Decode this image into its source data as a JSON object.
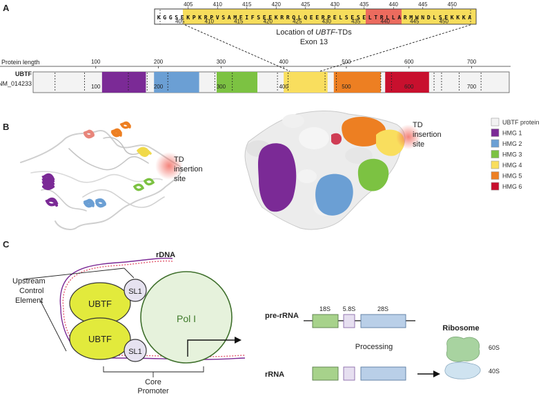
{
  "panels": {
    "a": "A",
    "b": "B",
    "c": "C"
  },
  "sequence": {
    "letters": "KGGSEKPKRPVSAMFIFSEEKRRQLQEERPELSESELTRLLARMWNDLSEKKKA",
    "top_ticks": [
      "405",
      "410",
      "415",
      "420",
      "425",
      "430",
      "435",
      "440",
      "445",
      "450"
    ],
    "bottom_ticks": [
      "405",
      "410",
      "415",
      "420",
      "425",
      "430",
      "435",
      "440",
      "445",
      "450"
    ],
    "highlight_yellow": "#f6dd5c",
    "highlight_red": "#ec6b5e",
    "caption_prefix": "Location of ",
    "caption_gene": "UBTF",
    "caption_suffix": "-TDs",
    "caption_line2": "Exon 13"
  },
  "protein_track": {
    "axis_label": "Protein length",
    "gene": "UBTF",
    "transcript": "NM_014233",
    "axis_ticks": [
      "100",
      "200",
      "300",
      "400",
      "500",
      "600",
      "700"
    ],
    "inner_ticks": [
      "100",
      "200",
      "300",
      "400",
      "500",
      "600",
      "700"
    ],
    "max_length": 760,
    "domains": [
      {
        "name": "HMG 1",
        "start": 110,
        "end": 180,
        "color": "#7b2a96"
      },
      {
        "name": "HMG 2",
        "start": 193,
        "end": 265,
        "color": "#6b9fd4"
      },
      {
        "name": "HMG 3",
        "start": 293,
        "end": 358,
        "color": "#7cc242"
      },
      {
        "name": "HMG 4",
        "start": 400,
        "end": 470,
        "color": "#f9de5e"
      },
      {
        "name": "HMG 5",
        "start": 480,
        "end": 555,
        "color": "#ed7f22"
      },
      {
        "name": "HMG 6",
        "start": 562,
        "end": 632,
        "color": "#c8102e"
      }
    ]
  },
  "structure": {
    "td_label_line1": "TD",
    "td_label_line2": "insertion",
    "td_label_line3": "site"
  },
  "legend": [
    {
      "label": "UBTF protein",
      "color": "#f2f2f2"
    },
    {
      "label": "HMG 1",
      "color": "#7b2a96"
    },
    {
      "label": "HMG 2",
      "color": "#6b9fd4"
    },
    {
      "label": "HMG 3",
      "color": "#7cc242"
    },
    {
      "label": "HMG 4",
      "color": "#f9de5e"
    },
    {
      "label": "HMG 5",
      "color": "#ed7f22"
    },
    {
      "label": "HMG 6",
      "color": "#c8102e"
    }
  ],
  "diagram_c": {
    "rdna": "rDNA",
    "ubtf_top": "UBTF",
    "ubtf_bottom": "UBTF",
    "sl1_top": "SL1",
    "sl1_bottom": "SL1",
    "pol": "Pol I",
    "upstream_line1": "Upstream",
    "upstream_line2": "Control",
    "upstream_line3": "Element",
    "core_line1": "Core",
    "core_line2": "Promoter",
    "pre_rrna": "pre-rRNA",
    "label_18s": "18S",
    "label_58s": "5.8S",
    "label_28s": "28S",
    "processing": "Processing",
    "rrna": "rRNA",
    "ribosome": "Ribosome",
    "label_60s": "60S",
    "label_40s": "40S"
  }
}
